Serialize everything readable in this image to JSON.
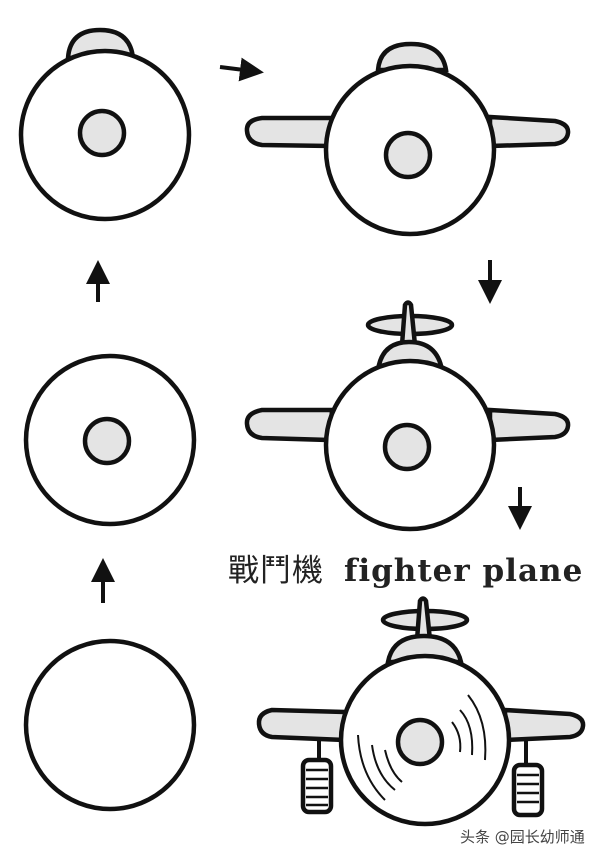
{
  "caption": {
    "chinese": "戰鬥機",
    "english": "fighter plane"
  },
  "watermark": "头条 @园长幼师通",
  "steps": [
    "circle",
    "circle-with-center",
    "add-cockpit",
    "add-wings",
    "add-propeller",
    "add-wheels-and-spin-lines"
  ],
  "colors": {
    "stroke": "#111111",
    "fill": "#e4e4e4"
  }
}
